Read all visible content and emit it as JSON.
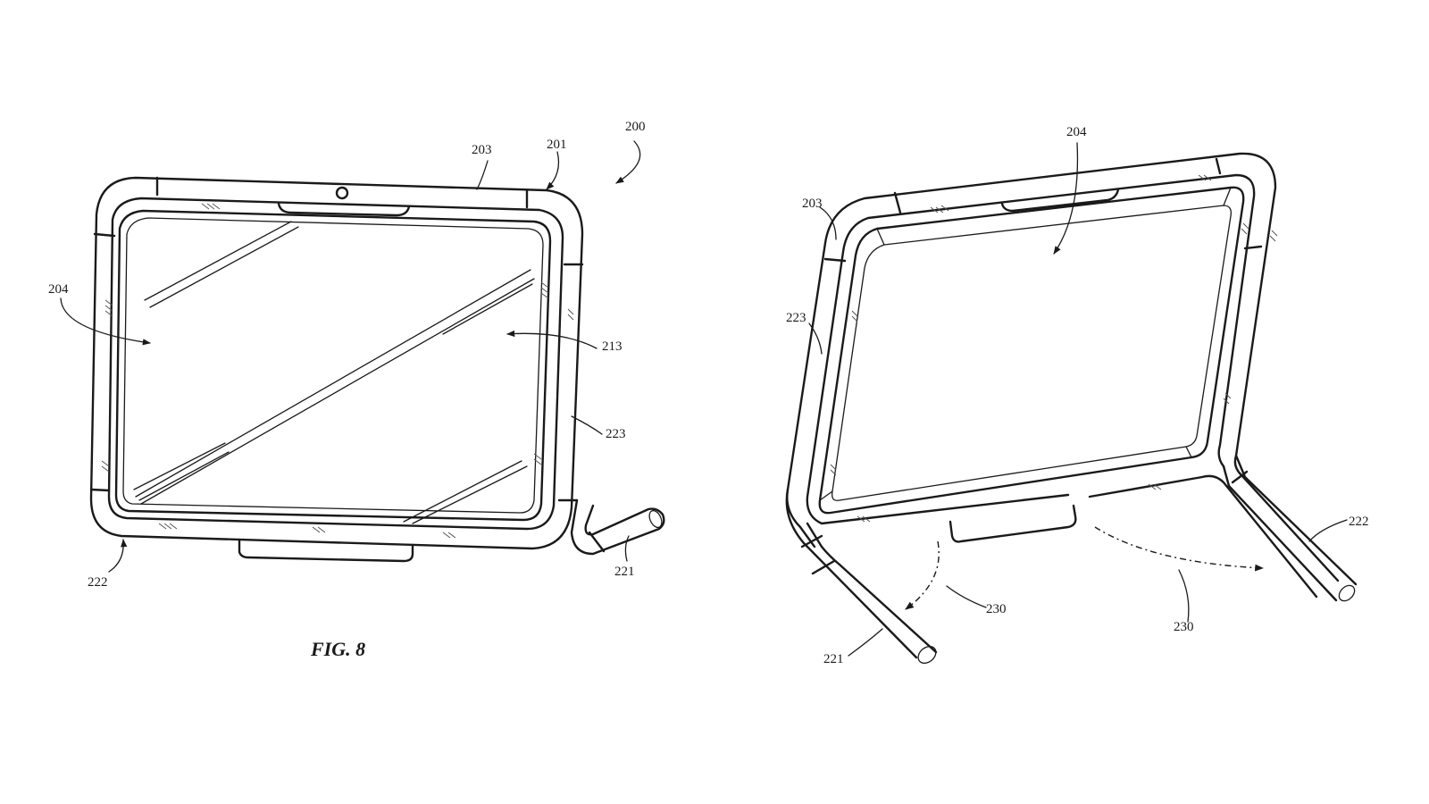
{
  "figure_caption": "FIG. 8",
  "left_view": {
    "labels": {
      "assembly": "200",
      "case_outer": "201",
      "frame_top": "203",
      "display": "204",
      "display_glass": "213",
      "frame_side": "223",
      "leg_left": "222",
      "leg_right": "221"
    }
  },
  "right_view": {
    "labels": {
      "display": "204",
      "frame_top": "203",
      "frame_side": "223",
      "leg_right": "222",
      "leg_left": "221",
      "rotation_left": "230",
      "rotation_right": "230"
    }
  }
}
